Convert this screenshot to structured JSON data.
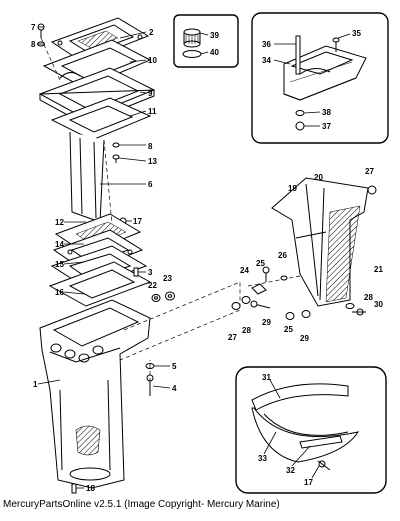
{
  "caption": "MercuryPartsOnline v2.5.1 (Image Copyright- Mercury Marine)",
  "callouts": {
    "c1": "1",
    "c2": "2",
    "c3": "3",
    "c4": "4",
    "c5": "5",
    "c6": "6",
    "c7": "7",
    "c8": "8",
    "c8b": "8",
    "c9": "9",
    "c10": "10",
    "c11": "11",
    "c12": "12",
    "c13": "13",
    "c14": "14",
    "c15": "15",
    "c16": "16",
    "c17": "17",
    "c17b": "17",
    "c18": "18",
    "c19": "19",
    "c20": "20",
    "c21": "21",
    "c22": "22",
    "c23": "23",
    "c24": "24",
    "c25": "25",
    "c25b": "25",
    "c26": "26",
    "c27": "27",
    "c27b": "27",
    "c28": "28",
    "c28b": "28",
    "c29": "29",
    "c29b": "29",
    "c30": "30",
    "c31": "31",
    "c32": "32",
    "c33": "33",
    "c34": "34",
    "c35": "35",
    "c36": "36",
    "c37": "37",
    "c38": "38",
    "c39": "39",
    "c40": "40"
  }
}
